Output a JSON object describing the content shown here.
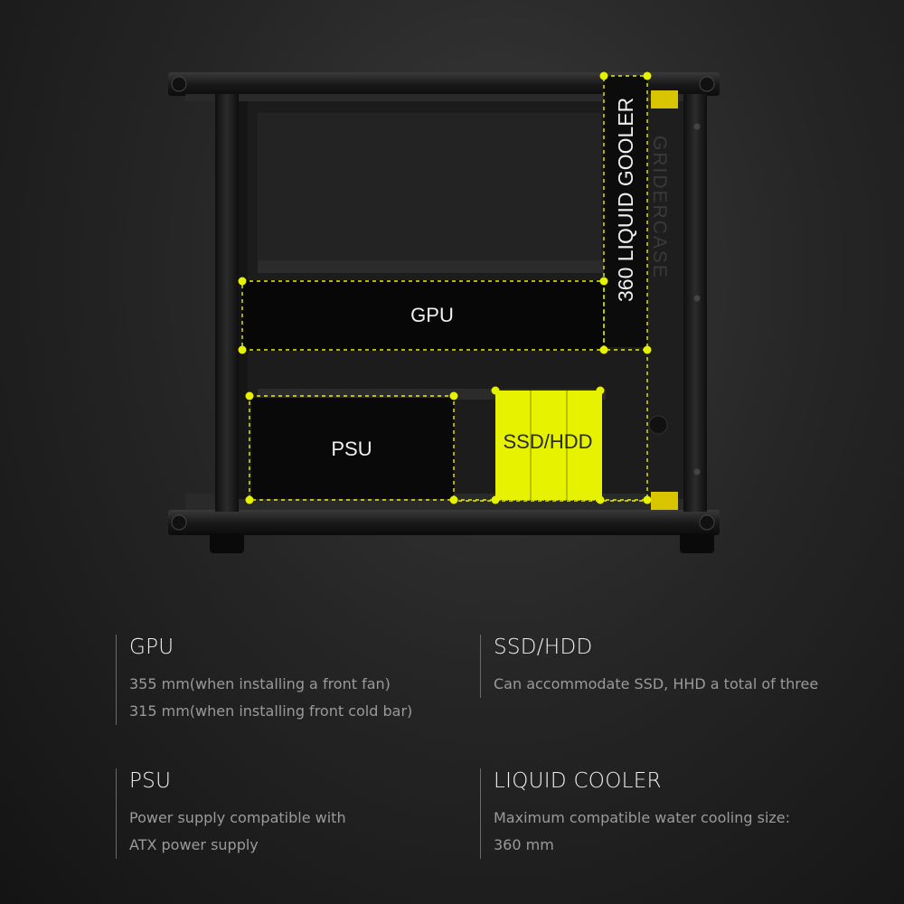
{
  "diagram": {
    "gpu_label": "GPU",
    "psu_label": "PSU",
    "ssd_label": "SSD/HDD",
    "cooler_label": "360 LIQUID GOOLER",
    "brand_label": "GRIDERCASE",
    "accent_color": "#e6f200",
    "frame_color": "#1a1a1a"
  },
  "specs": {
    "gpu": {
      "title": "GPU",
      "lines": [
        "355 mm(when installing a front fan)",
        "315 mm(when installing front cold bar)"
      ]
    },
    "ssd": {
      "title": "SSD/HDD",
      "lines": [
        "Can accommodate SSD, HHD a total of three"
      ]
    },
    "psu": {
      "title": "PSU",
      "lines": [
        "Power supply compatible with",
        "ATX power supply"
      ]
    },
    "cooler": {
      "title": "LIQUID COOLER",
      "lines": [
        "Maximum compatible water cooling size:",
        "360 mm"
      ]
    }
  }
}
